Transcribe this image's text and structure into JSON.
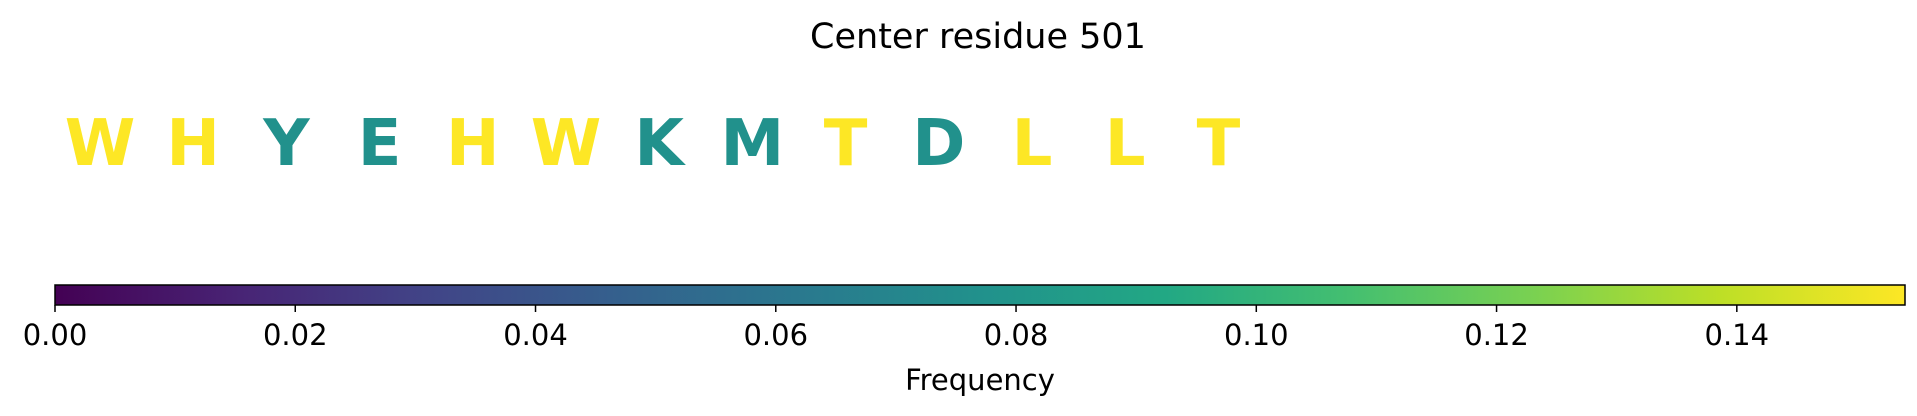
{
  "chart_data": {
    "type": "sequence-logo",
    "title": "Center residue 501",
    "residues": [
      "W",
      "H",
      "Y",
      "E",
      "H",
      "W",
      "K",
      "M",
      "T",
      "D",
      "L",
      "L",
      "T"
    ],
    "frequencies": [
      0.154,
      0.154,
      0.077,
      0.077,
      0.154,
      0.154,
      0.077,
      0.077,
      0.154,
      0.077,
      0.154,
      0.154,
      0.154
    ],
    "colormap": "viridis",
    "colorbar": {
      "label": "Frequency",
      "range": [
        0,
        0.154
      ],
      "ticks": [
        0.0,
        0.02,
        0.04,
        0.06,
        0.08,
        0.1,
        0.12,
        0.14
      ],
      "tick_labels": [
        "0.00",
        "0.02",
        "0.04",
        "0.06",
        "0.08",
        "0.10",
        "0.12",
        "0.14"
      ]
    },
    "colors": {
      "high": "#fde725",
      "mid": "#21918c"
    }
  }
}
